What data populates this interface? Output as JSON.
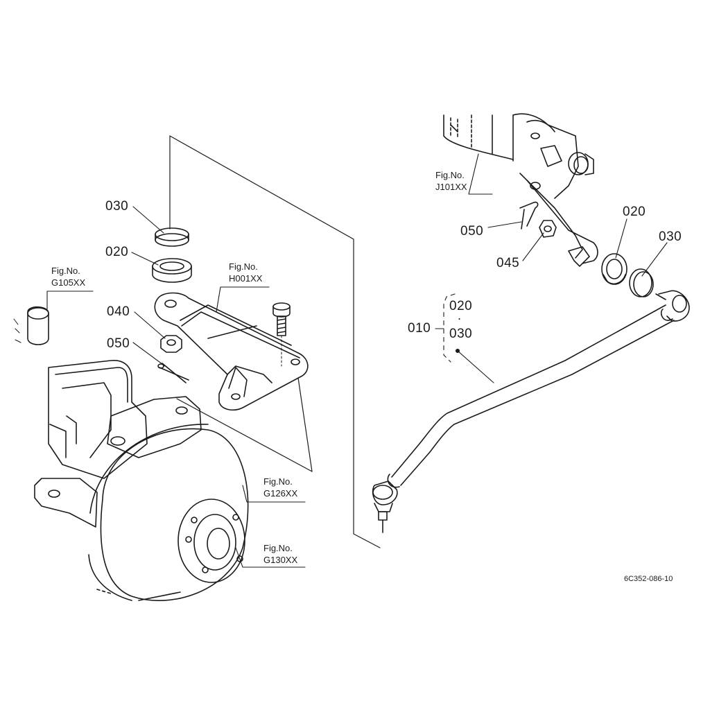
{
  "diagram": {
    "parts": {
      "p030_left": "030",
      "p020_left": "020",
      "p040": "040",
      "p050_left": "050",
      "p050_right": "050",
      "p045": "045",
      "p020_right": "020",
      "p030_right": "030",
      "p010": "010",
      "p020_group": "020",
      "p030_group": "030",
      "group_separator": "."
    },
    "figure_refs": {
      "g105": {
        "prefix": "Fig.No.",
        "code": "G105XX"
      },
      "h001": {
        "prefix": "Fig.No.",
        "code": "H001XX"
      },
      "g126": {
        "prefix": "Fig.No.",
        "code": "G126XX"
      },
      "g130": {
        "prefix": "Fig.No.",
        "code": "G130XX"
      },
      "j101": {
        "prefix": "Fig.No.",
        "code": "J101XX"
      }
    },
    "drawing_code": "6C352-086-10"
  }
}
